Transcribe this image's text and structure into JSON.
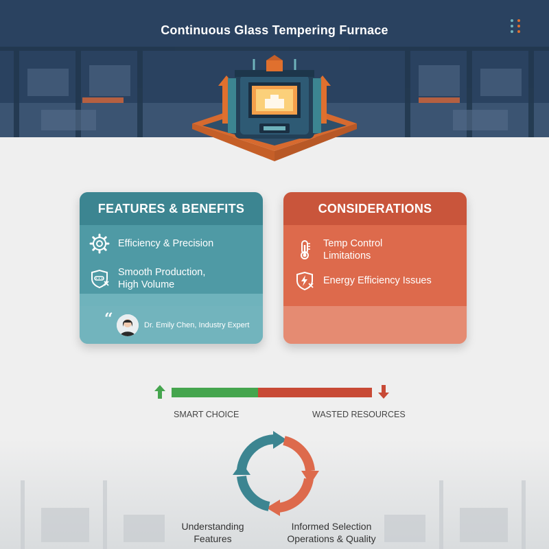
{
  "header": {
    "title": "Continuous Glass Tempering Furnace"
  },
  "colors": {
    "header_bg": "#233a55",
    "teal": "#4f9aa5",
    "teal_dark": "#3c8591",
    "coral": "#dd6a4c",
    "coral_dark": "#c9553b",
    "orange_accent": "#e0702e",
    "green": "#45a54e",
    "red": "#c84a36"
  },
  "features": {
    "title": "FEATURES & BENEFITS",
    "items": [
      {
        "icon": "gear-icon",
        "label": "Efficiency & Precision"
      },
      {
        "icon": "conveyor-shield-icon",
        "label_line1": "Smooth Production,",
        "label_line2": "High Volume"
      }
    ],
    "quote": {
      "author": "Dr. Emily Chen, Industry Expert"
    }
  },
  "considerations": {
    "title": "CONSIDERATIONS",
    "items": [
      {
        "icon": "thermometer-icon",
        "label_line1": "Temp Control",
        "label_line2": "Limitations"
      },
      {
        "icon": "lightning-shield-icon",
        "label": "Energy Efficiency Issues"
      }
    ]
  },
  "balance": {
    "left_label": "SMART CHOICE",
    "right_label": "WASTED RESOURCES",
    "good_fraction": 0.43
  },
  "cycle": {
    "left_line1": "Understanding",
    "left_line2": "Features",
    "right_line1": "Informed Selection",
    "right_line2": "Operations & Quality"
  }
}
